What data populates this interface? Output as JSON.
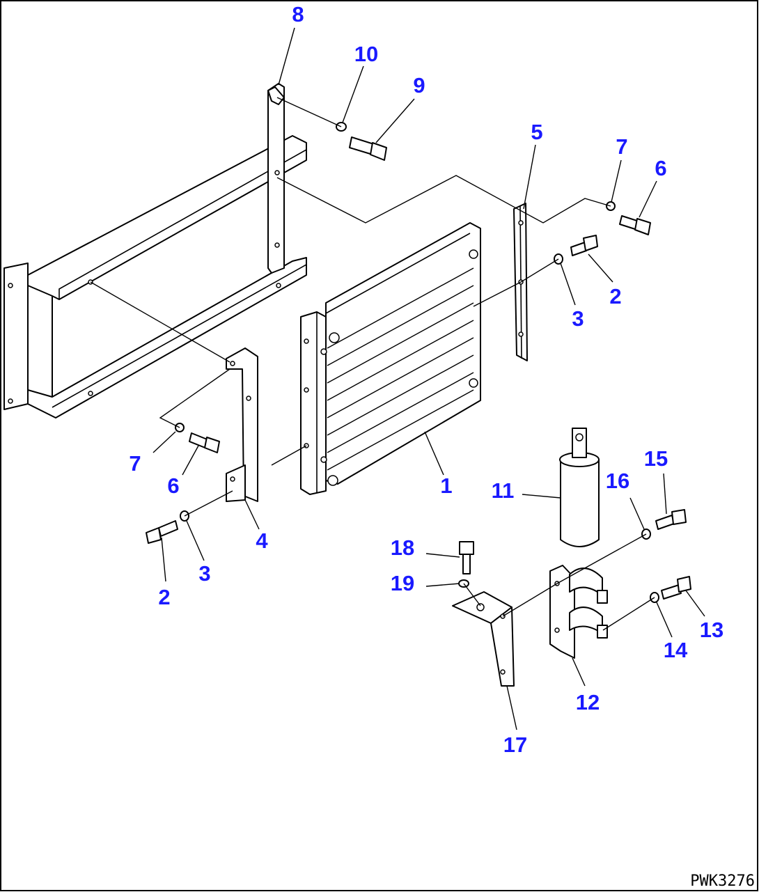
{
  "drawing_code": "PWK3276",
  "callouts": {
    "c1": "1",
    "c2a": "2",
    "c2b": "2",
    "c3a": "3",
    "c3b": "3",
    "c4": "4",
    "c5": "5",
    "c6a": "6",
    "c6b": "6",
    "c7a": "7",
    "c7b": "7",
    "c8": "8",
    "c9": "9",
    "c10": "10",
    "c11": "11",
    "c12": "12",
    "c13": "13",
    "c14": "14",
    "c15": "15",
    "c16": "16",
    "c17": "17",
    "c18": "18",
    "c19": "19"
  }
}
